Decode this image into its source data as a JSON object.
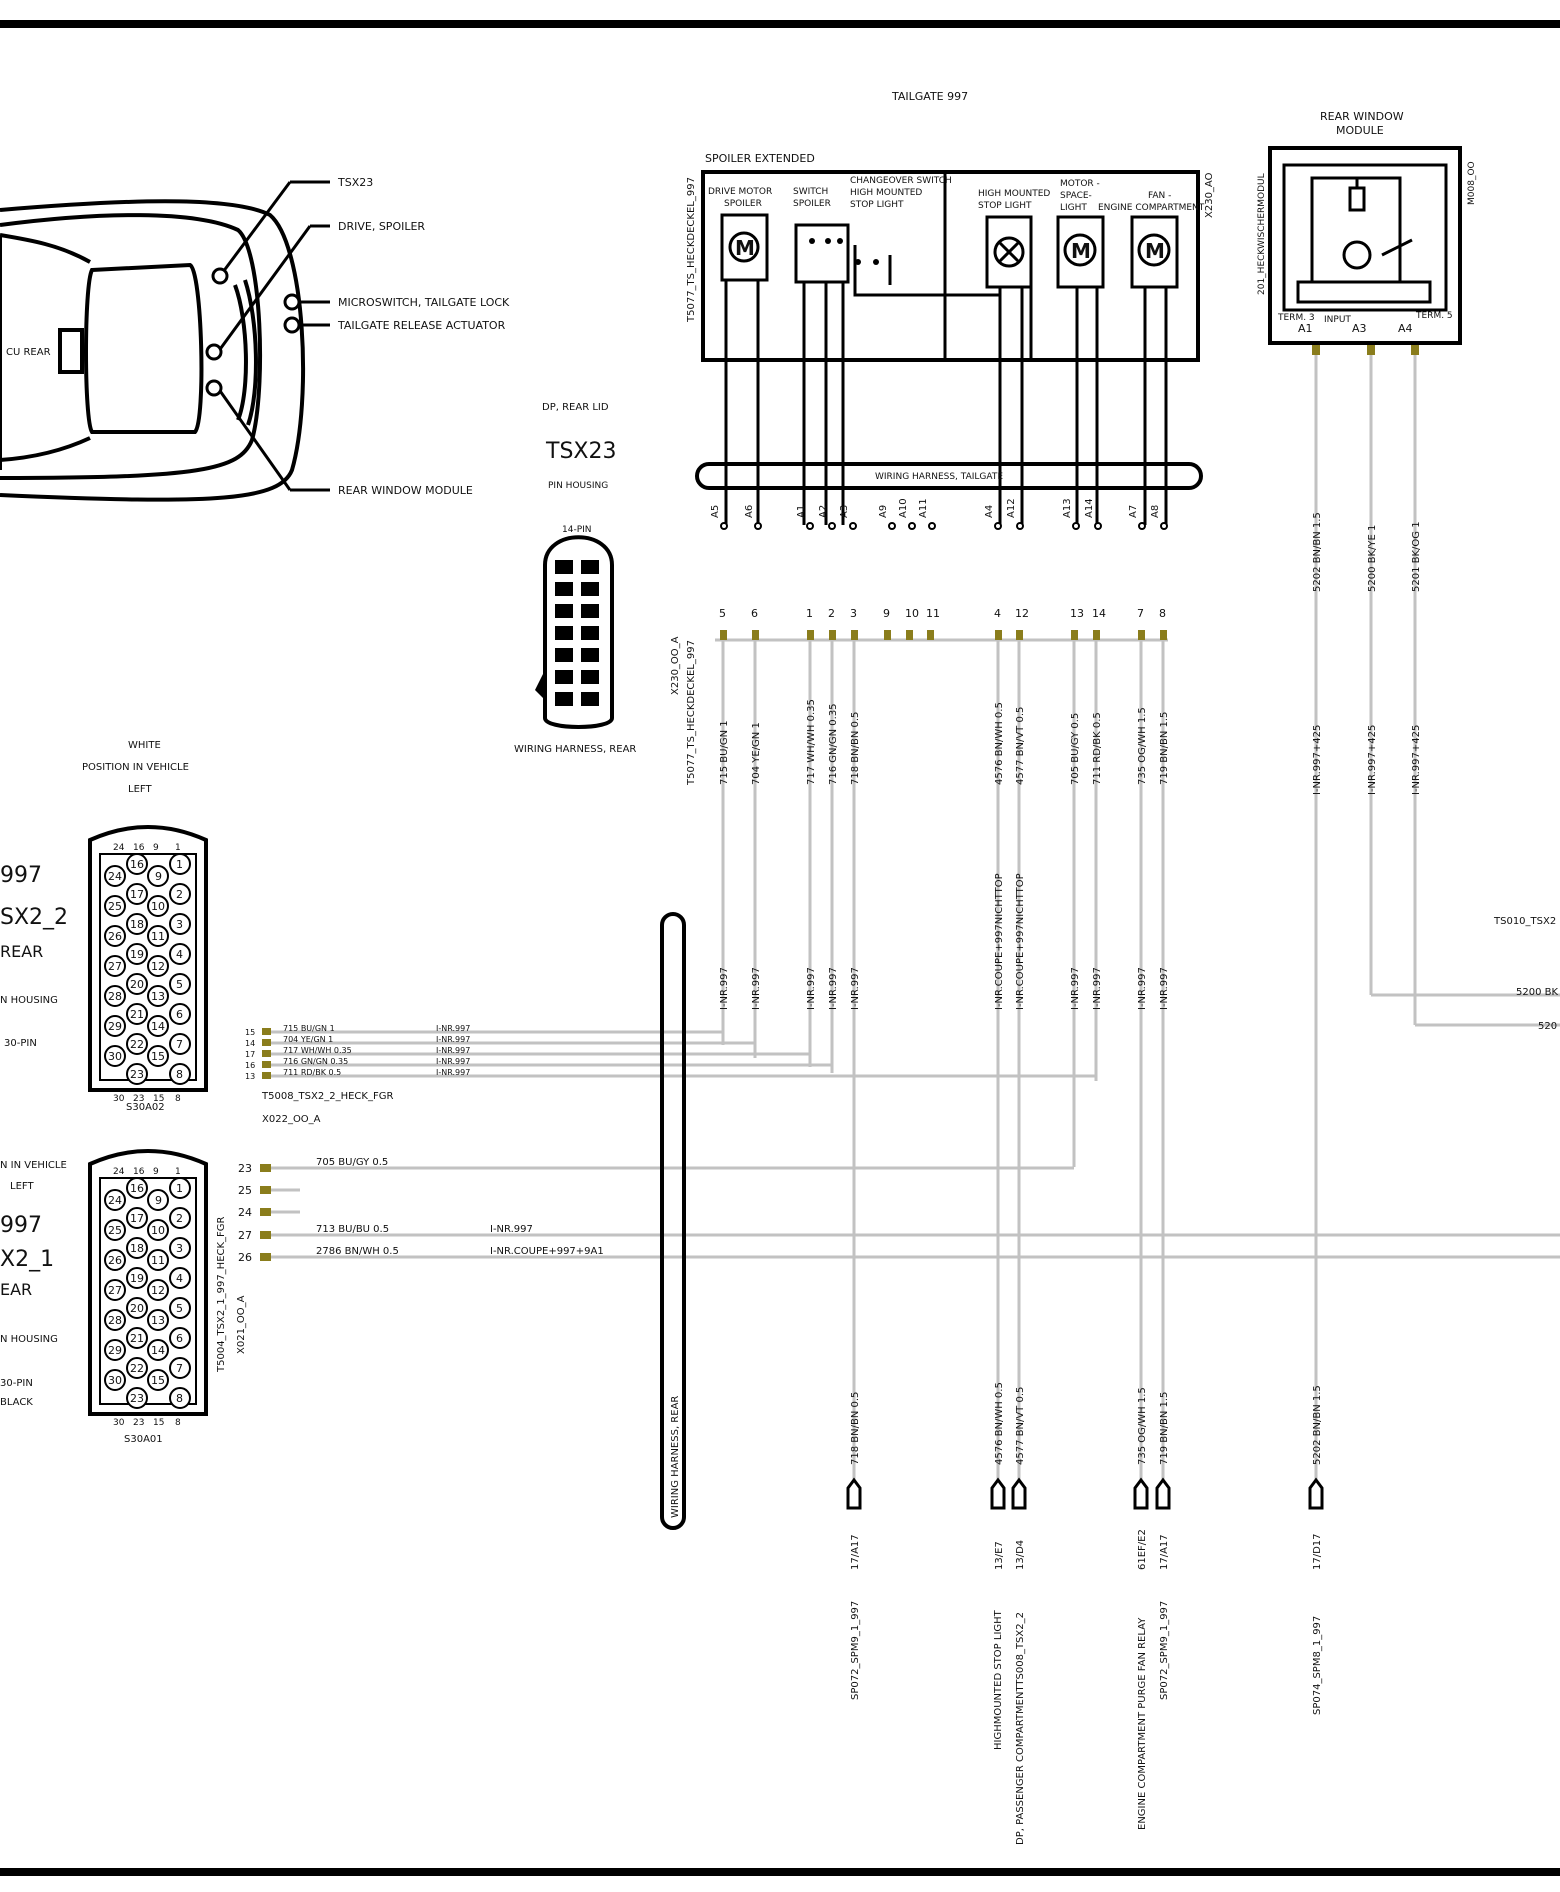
{
  "tailgate": {
    "title": "TAILGATE  997",
    "spoiler_extended": "SPOILER EXTENDED",
    "connector_left": "T5077_TS_HECKDECKEL_997",
    "connector_right": "X230_AO",
    "drive_motor": "DRIVE MOTOR SPOILER",
    "switch_spoiler": "SWITCH SPOILER",
    "changeover": "CHANGEOVER SWITCH HIGH MOUNTED STOP LIGHT",
    "high_stop": "HIGH MOUNTED STOP LIGHT",
    "motor_space": "MOTOR - SPACE- LIGHT",
    "fan": "FAN  - ENGINE COMPARTMENT",
    "harness_label": "WIRING HARNESS, TAILGATE",
    "harness_pins": [
      "A5",
      "A6",
      "A1",
      "A2",
      "A3",
      "A9",
      "A10",
      "A11",
      "A4",
      "A12",
      "A13",
      "A14",
      "A7",
      "A8"
    ]
  },
  "rear_window": {
    "title_line1": "REAR WINDOW",
    "title_line2": "MODULE",
    "side_left": "201_HECKWISCHERMODUL",
    "side_right": "M008_OO",
    "term3": "TERM. 3",
    "input": "INPUT",
    "term5": "TERM. 5",
    "pins": [
      "A1",
      "A3",
      "A4"
    ],
    "wires_upper": [
      "5202 BN/BN 1.5",
      "5200 BK/YE 1",
      "5201 BK/OG 1"
    ],
    "wires_lower": [
      "I-NR.997+425",
      "I-NR.997+425",
      "I-NR.997+425"
    ]
  },
  "car": {
    "labels": [
      "TSX23",
      "DRIVE, SPOILER",
      "MICROSWITCH, TAILGATE LOCK",
      "TAILGATE  RELEASE  ACTUATOR",
      "REAR WINDOW  MODULE"
    ],
    "cu_rear": "CU REAR"
  },
  "tsx23": {
    "dp": "DP, REAR LID",
    "name": "TSX23",
    "housing": "PIN HOUSING",
    "pins": "14-PIN",
    "harness": "WIRING HARNESS, REAR"
  },
  "x230": {
    "side1": "X230_OO_A",
    "side2": "T5077_TS_HECKDECKEL_997",
    "pin_numbers": [
      "5",
      "6",
      "1",
      "2",
      "3",
      "9",
      "10",
      "11",
      "4",
      "12",
      "13",
      "14",
      "7",
      "8"
    ],
    "wire_labels": [
      "715 BU/GN 1",
      "704 YE/GN 1",
      "717 WH/WH 0.35",
      "716 GN/GN 0.35",
      "718 BN/BN 0.5",
      "4576 BN/WH 0.5",
      "4577 BN/VT 0.5",
      "705 BU/GY 0.5",
      "711 RD/BK 0.5",
      "735 OG/WH 1.5",
      "719 BN/BN 1.5"
    ],
    "nr_labels": [
      "I-NR.997",
      "I-NR.997",
      "I-NR.997",
      "I-NR.997",
      "I-NR.997",
      "I-NR.COUPE+997NICHTTOP",
      "I-NR.COUPE+997NICHTTOP",
      "I-NR.997",
      "I-NR.997",
      "I-NR.997",
      "I-NR.997"
    ]
  },
  "conn_upper": {
    "white": "WHITE",
    "position": "POSITION IN VEHICLE",
    "left": "LEFT",
    "name": "S30A02",
    "partial": [
      "997",
      "SX2_2",
      "REAR",
      "N HOUSING",
      "30-PIN"
    ],
    "top_nums": [
      "24",
      "16",
      "9",
      "1"
    ],
    "bottom_nums": [
      "30",
      "23",
      "15",
      "8"
    ],
    "footer1": "T5008_TSX2_2_HECK_FGR",
    "footer2": "X022_OO_A",
    "rows": [
      {
        "pin": "15",
        "wire": "715 BU/GN 1",
        "nr": "I-NR.997"
      },
      {
        "pin": "14",
        "wire": "704 YE/GN 1",
        "nr": "I-NR.997"
      },
      {
        "pin": "17",
        "wire": "717 WH/WH 0.35",
        "nr": "I-NR.997"
      },
      {
        "pin": "16",
        "wire": "716 GN/GN 0.35",
        "nr": "I-NR.997"
      },
      {
        "pin": "13",
        "wire": "711 RD/BK 0.5",
        "nr": "I-NR.997"
      }
    ]
  },
  "conn_lower": {
    "name": "S30A01",
    "partial": [
      "N IN VEHICLE",
      "LEFT",
      "997",
      "X2_1",
      "EAR",
      "N HOUSING",
      "30-PIN",
      "BLACK"
    ],
    "side1": "T5004_TSX2_1_997_HECK_FGR",
    "side2": "X021_OO_A",
    "top_nums": [
      "24",
      "16",
      "9",
      "1"
    ],
    "bottom_nums": [
      "30",
      "23",
      "15",
      "8"
    ],
    "rows": [
      {
        "pin": "23",
        "wire": "705 BU/GY 0.5",
        "nr": ""
      },
      {
        "pin": "25",
        "wire": "",
        "nr": ""
      },
      {
        "pin": "24",
        "wire": "",
        "nr": ""
      },
      {
        "pin": "27",
        "wire": "713 BU/BU 0.5",
        "nr": "I-NR.997"
      },
      {
        "pin": "26",
        "wire": "2786 BN/WH 0.5",
        "nr": "I-NR.COUPE+997+9A1"
      }
    ]
  },
  "harness_rear": "WIRING HARNESS, REAR",
  "right_edge": {
    "ts010": "TS010_TSX2",
    "w5200": "5200 BK",
    "w520": "520"
  },
  "bottom": {
    "wire_labels": [
      "718 BN/BN 0.5",
      "4576 BN/WH 0.5",
      "4577 BN/VT 0.5",
      "735 OG/WH 1.5",
      "719 BN/BN 1.5",
      "5202 BN/BN 1.5"
    ],
    "refs": [
      "17/A17",
      "13/E7",
      "13/D4",
      "61EF/E2",
      "17/A17",
      "17/D17"
    ],
    "dest": [
      {
        "lines": [
          "SP072_SPM9_1_997"
        ]
      },
      {
        "lines": [
          "HIGHMOUNTED  STOP LIGHT",
          "DP, PASSENGER COMPARTMENTTS008_TSX2_2"
        ]
      },
      {
        "lines": [
          "ENGINE COMPARTMENT   PURGE FAN RELAY",
          "SP072_SPM9_1_997"
        ]
      },
      {
        "lines": [
          "SP074_SPM8_1_997"
        ]
      }
    ]
  }
}
